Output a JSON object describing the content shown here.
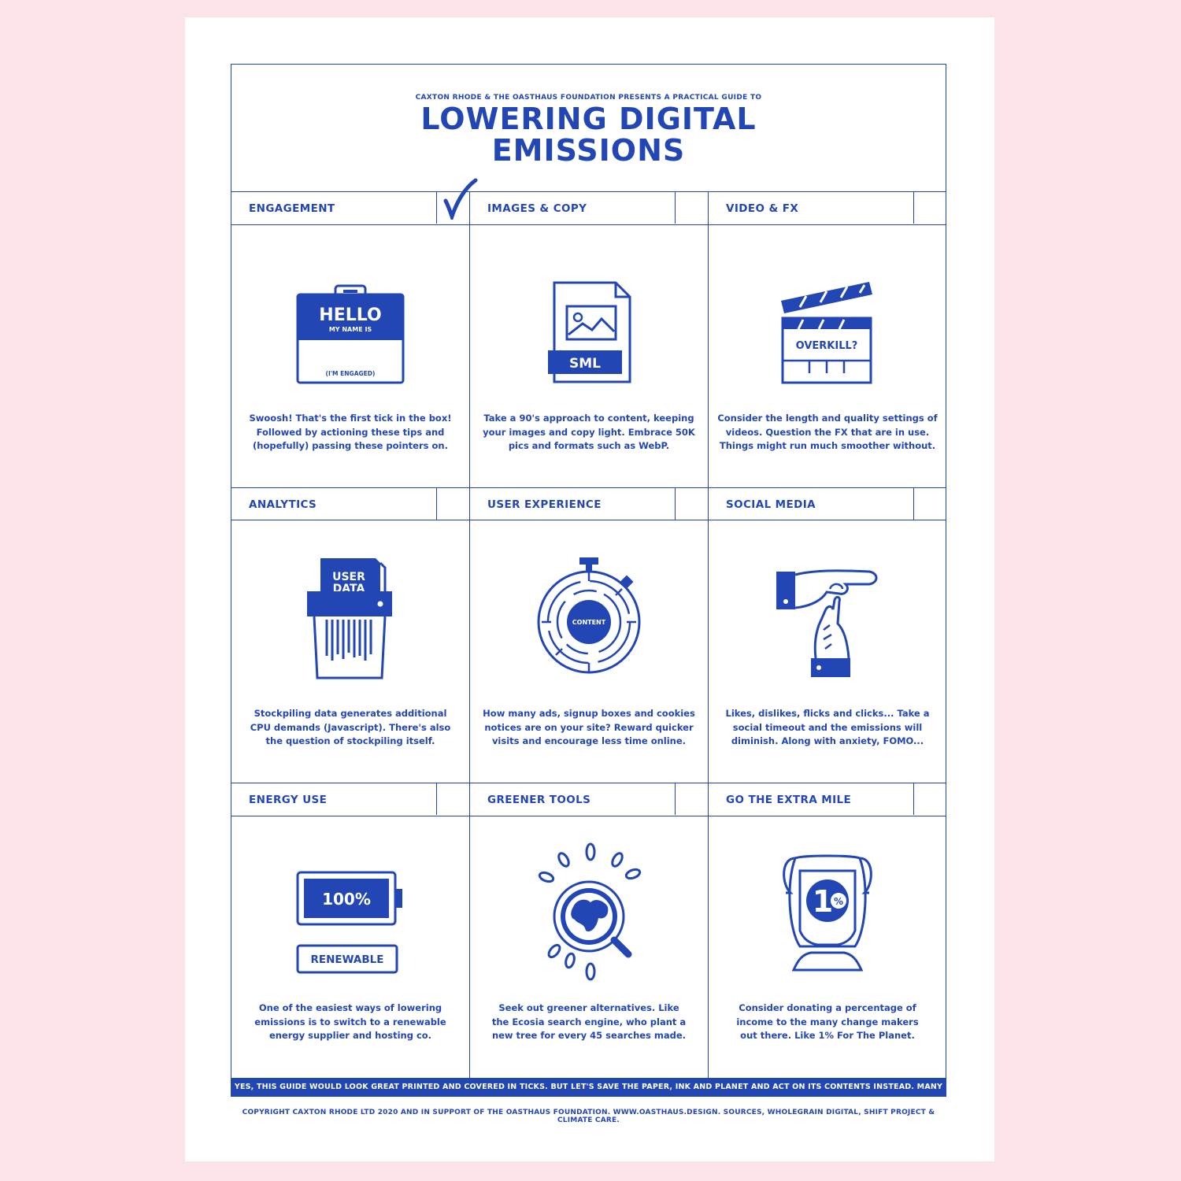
{
  "header": {
    "kicker": "CAXTON RHODE & THE OASTHAUS FOUNDATION PRESENTS A PRACTICAL GUIDE TO",
    "title_line1": "LOWERING DIGITAL",
    "title_line2": "EMISSIONS"
  },
  "sections": [
    {
      "heading": "ENGAGEMENT",
      "checked": true,
      "desc": [
        "Swoosh! That's the first tick in the box!",
        "Followed by actioning these tips and",
        "(hopefully) passing these pointers on."
      ]
    },
    {
      "heading": "IMAGES & COPY",
      "checked": false,
      "desc": [
        "Take a 90's approach to content, keeping",
        "your images and copy light. Embrace 50K",
        "pics and formats such as WebP."
      ]
    },
    {
      "heading": "VIDEO & FX",
      "checked": false,
      "desc": [
        "Consider the length and quality settings of",
        "videos. Question the FX that are in use.",
        "Things might run much smoother without."
      ]
    },
    {
      "heading": "ANALYTICS",
      "checked": false,
      "desc": [
        "Stockpiling data generates additional",
        "CPU demands (Javascript). There's also",
        "the question of stockpiling itself."
      ]
    },
    {
      "heading": "USER EXPERIENCE",
      "checked": false,
      "desc": [
        "How many ads, signup boxes and cookies",
        "notices are on your site? Reward quicker",
        "visits and encourage less time online."
      ]
    },
    {
      "heading": "SOCIAL MEDIA",
      "checked": false,
      "desc": [
        "Likes, dislikes, flicks and clicks... Take a",
        "social timeout and the emissions will",
        "diminish. Along with anxiety, FOMO..."
      ]
    },
    {
      "heading": "ENERGY USE",
      "checked": false,
      "desc": [
        "One of the easiest ways of lowering",
        "emissions is to switch to a renewable",
        "energy supplier and hosting co."
      ]
    },
    {
      "heading": "GREENER TOOLS",
      "checked": false,
      "desc": [
        "Seek out greener alternatives. Like",
        "the Ecosia search engine, who plant a",
        "new tree for every 45 searches made."
      ]
    },
    {
      "heading": "GO THE EXTRA MILE",
      "checked": false,
      "desc": [
        "Consider donating a percentage of",
        "income to the many change makers",
        "out there. Like 1% For The Planet."
      ]
    }
  ],
  "icon_text": {
    "badge_hello": "HELLO",
    "badge_name": "MY NAME IS",
    "badge_engaged": "(I'M ENGAGED)",
    "file_label": "SML",
    "clapper_label": "OVERKILL?",
    "shredder_line1": "USER",
    "shredder_line2": "DATA",
    "maze_label": "CONTENT",
    "battery_label": "100%",
    "renewable_label": "RENEWABLE",
    "percent_label": "1",
    "percent_sign": "%"
  },
  "icons": [
    "name-badge-icon",
    "image-file-icon",
    "clapperboard-icon",
    "shredder-icon",
    "maze-stopwatch-icon",
    "hand-timeout-icon",
    "battery-icon",
    "globe-search-icon",
    "trophy-icon"
  ],
  "footer": {
    "bar_text": "YES, THIS GUIDE WOULD LOOK GREAT PRINTED AND COVERED IN TICKS. BUT LET'S SAVE THE PAPER, INK AND PLANET AND ACT ON ITS CONTENTS INSTEAD. MANY THANKS.",
    "copyright": "COPYRIGHT CAXTON RHODE LTD 2020 AND IN SUPPORT OF THE OASTHAUS FOUNDATION. WWW.OASTHAUS.DESIGN. SOURCES, WHOLEGRAIN DIGITAL, SHIFT PROJECT & CLIMATE CARE."
  },
  "colors": {
    "ink": "#2346b5",
    "paper": "#ffffff",
    "background": "#fbe3e8"
  }
}
